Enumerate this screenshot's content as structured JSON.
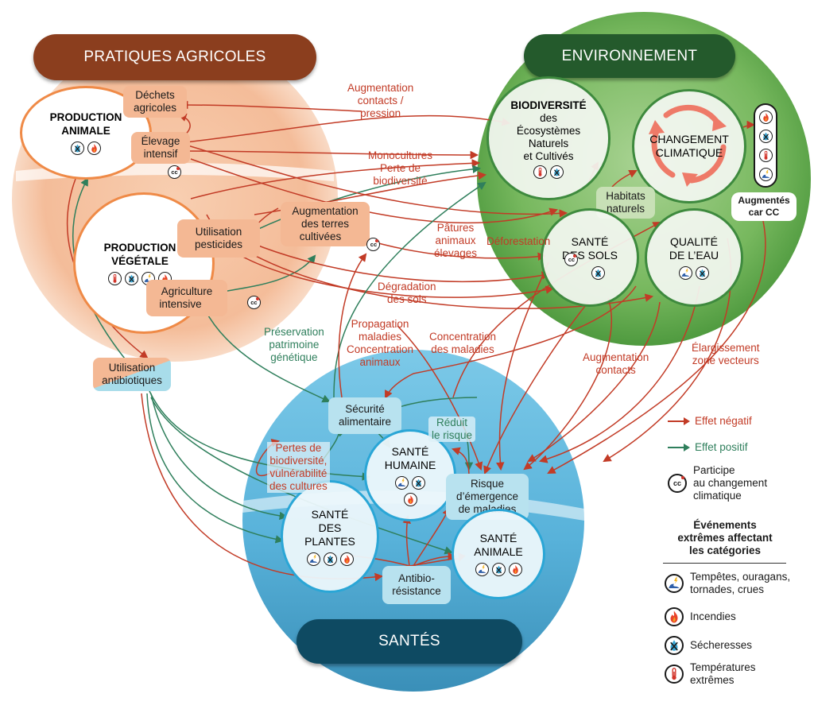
{
  "colors": {
    "negative": "#c23b26",
    "positive": "#2f7f5c",
    "agri_banner": "#8b3e1e",
    "env_banner": "#245a2c",
    "sante_banner": "#0e4a62",
    "agri_fill": "#f4b894",
    "env_fill": "#7fbf6a",
    "sante_fill": "#4fb4dc"
  },
  "sections": {
    "agri": {
      "title": "PRATIQUES AGRICOLES"
    },
    "env": {
      "title": "ENVIRONNEMENT"
    },
    "sante": {
      "title": "SANTÉS"
    }
  },
  "agri": {
    "production_animale": {
      "line1": "PRODUCTION",
      "line2": "ANIMALE",
      "icons": [
        "drought-icon",
        "fire-icon"
      ]
    },
    "production_vegetale": {
      "line1": "PRODUCTION",
      "line2": "VÉGÉTALE",
      "icons": [
        "thermometer-icon",
        "drought-icon",
        "storm-icon",
        "fire-icon"
      ]
    },
    "dechets": {
      "line1": "Déchets",
      "line2": "agricoles"
    },
    "elevage": {
      "line1": "Élevage",
      "line2": "intensif",
      "cc": true
    },
    "pesticides": {
      "line1": "Utilisation",
      "line2": "pesticides"
    },
    "terres": {
      "line1": "Augmentation",
      "line2": "des terres",
      "line3": "cultivées",
      "cc": true
    },
    "agriculture": {
      "line1": "Agriculture",
      "line2": "intensive",
      "cc": true
    },
    "antibiotiques": {
      "line1": "Utilisation",
      "line2": "antibiotiques"
    }
  },
  "env": {
    "biodiversite": {
      "line1": "BIODIVERSITÉ",
      "line2": "des",
      "line3": "Écosystèmes",
      "line4": "Naturels",
      "line5": "et Cultivés",
      "icons": [
        "thermometer-icon",
        "drought-icon"
      ]
    },
    "climat": {
      "line1": "CHANGEMENT",
      "line2": "CLIMATIQUE"
    },
    "sols": {
      "line1": "SANTÉ",
      "line2": "DES SOLS",
      "icons": [
        "drought-icon"
      ]
    },
    "eau": {
      "line1": "QUALITÉ",
      "line2": "DE L’EAU",
      "icons": [
        "storm-icon",
        "drought-icon"
      ]
    },
    "habitats": {
      "line1": "Habitats",
      "line2": "naturels"
    },
    "augmentes": {
      "line1": "Augmentés",
      "line2": "car CC",
      "icons": [
        "fire-icon",
        "drought-icon",
        "thermometer-icon",
        "storm-icon"
      ]
    }
  },
  "sante": {
    "securite": {
      "line1": "Sécurité",
      "line2": "alimentaire"
    },
    "humaine": {
      "line1": "SANTÉ",
      "line2": "HUMAINE",
      "icons": [
        "storm-icon",
        "drought-icon",
        "fire-icon"
      ]
    },
    "risque": {
      "line1": "Risque",
      "line2": "d’émergence",
      "line3": "de maladies"
    },
    "plantes": {
      "line1": "SANTÉ",
      "line2": "DES",
      "line3": "PLANTES",
      "icons": [
        "storm-icon",
        "drought-icon",
        "fire-icon"
      ]
    },
    "animale": {
      "line1": "SANTÉ",
      "line2": "ANIMALE",
      "icons": [
        "storm-icon",
        "drought-icon",
        "fire-icon"
      ]
    },
    "antibioresistance": {
      "line1": "Antibio-",
      "line2": "résistance"
    }
  },
  "edge_labels": {
    "augmentation_contacts_pression": [
      "Augmentation",
      "contacts /",
      "pression"
    ],
    "monocultures": [
      "Monocultures",
      "Perte de",
      "biodiversité"
    ],
    "patures": [
      "Pâtures",
      "animaux",
      "élevages"
    ],
    "deforestation": [
      "Déforestation"
    ],
    "degradation": [
      "Dégradation",
      "des sols"
    ],
    "propagation": [
      "Propagation",
      "maladies",
      "Concentration",
      "animaux"
    ],
    "concentration_maladies": [
      "Concentration",
      "des maladies"
    ],
    "augmentation_contacts": [
      "Augmentation",
      "contacts"
    ],
    "elargissement": [
      "Élargissement",
      "zone vecteurs"
    ],
    "preservation": [
      "Préservation",
      "patrimoine",
      "génétique"
    ],
    "reduit": [
      "Réduit",
      "le risque"
    ],
    "pertes": [
      "Pertes de",
      "biodiversité,",
      "vulnérabilité",
      "des cultures"
    ]
  },
  "legend": {
    "negative": "Effet négatif",
    "positive": "Effet positif",
    "cc_line1": "Participe",
    "cc_line2": "au changement",
    "cc_line3": "climatique",
    "events_title1": "Événements",
    "events_title2": "extrêmes affectant",
    "events_title3": "les catégories",
    "storm1": "Tempêtes, ouragans,",
    "storm2": "tornades, crues",
    "fire": "Incendies",
    "drought": "Sécheresses",
    "temp1": "Températures",
    "temp2": "extrêmes"
  }
}
